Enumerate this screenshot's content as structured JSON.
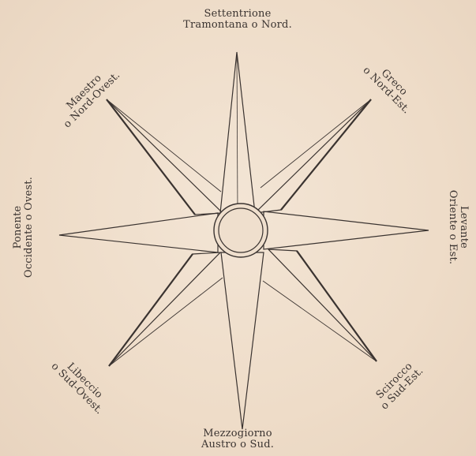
{
  "figure": {
    "directions": {
      "north": {
        "line1": "Settentrione",
        "line2": "Tramontana o Nord."
      },
      "south": {
        "line1": "Mezzogiorno",
        "line2": "Austro o Sud."
      },
      "west": {
        "line1": "Ponente",
        "line2": "Occidente o Ovest."
      },
      "east": {
        "line1": "Levante",
        "line2": "Oriente o Est."
      },
      "northwest": {
        "line1": "Maestro",
        "line2": "o Nord-Ovest."
      },
      "northeast": {
        "line1": "Greco",
        "line2": "o Nord-Est."
      },
      "southwest": {
        "line1": "Libeccio",
        "line2": "o Sud-Ovest."
      },
      "southeast": {
        "line1": "Scirocco",
        "line2": "o Sud-Est."
      }
    },
    "colors": {
      "background": "#efdfcd",
      "ink": "#3a3330"
    }
  }
}
